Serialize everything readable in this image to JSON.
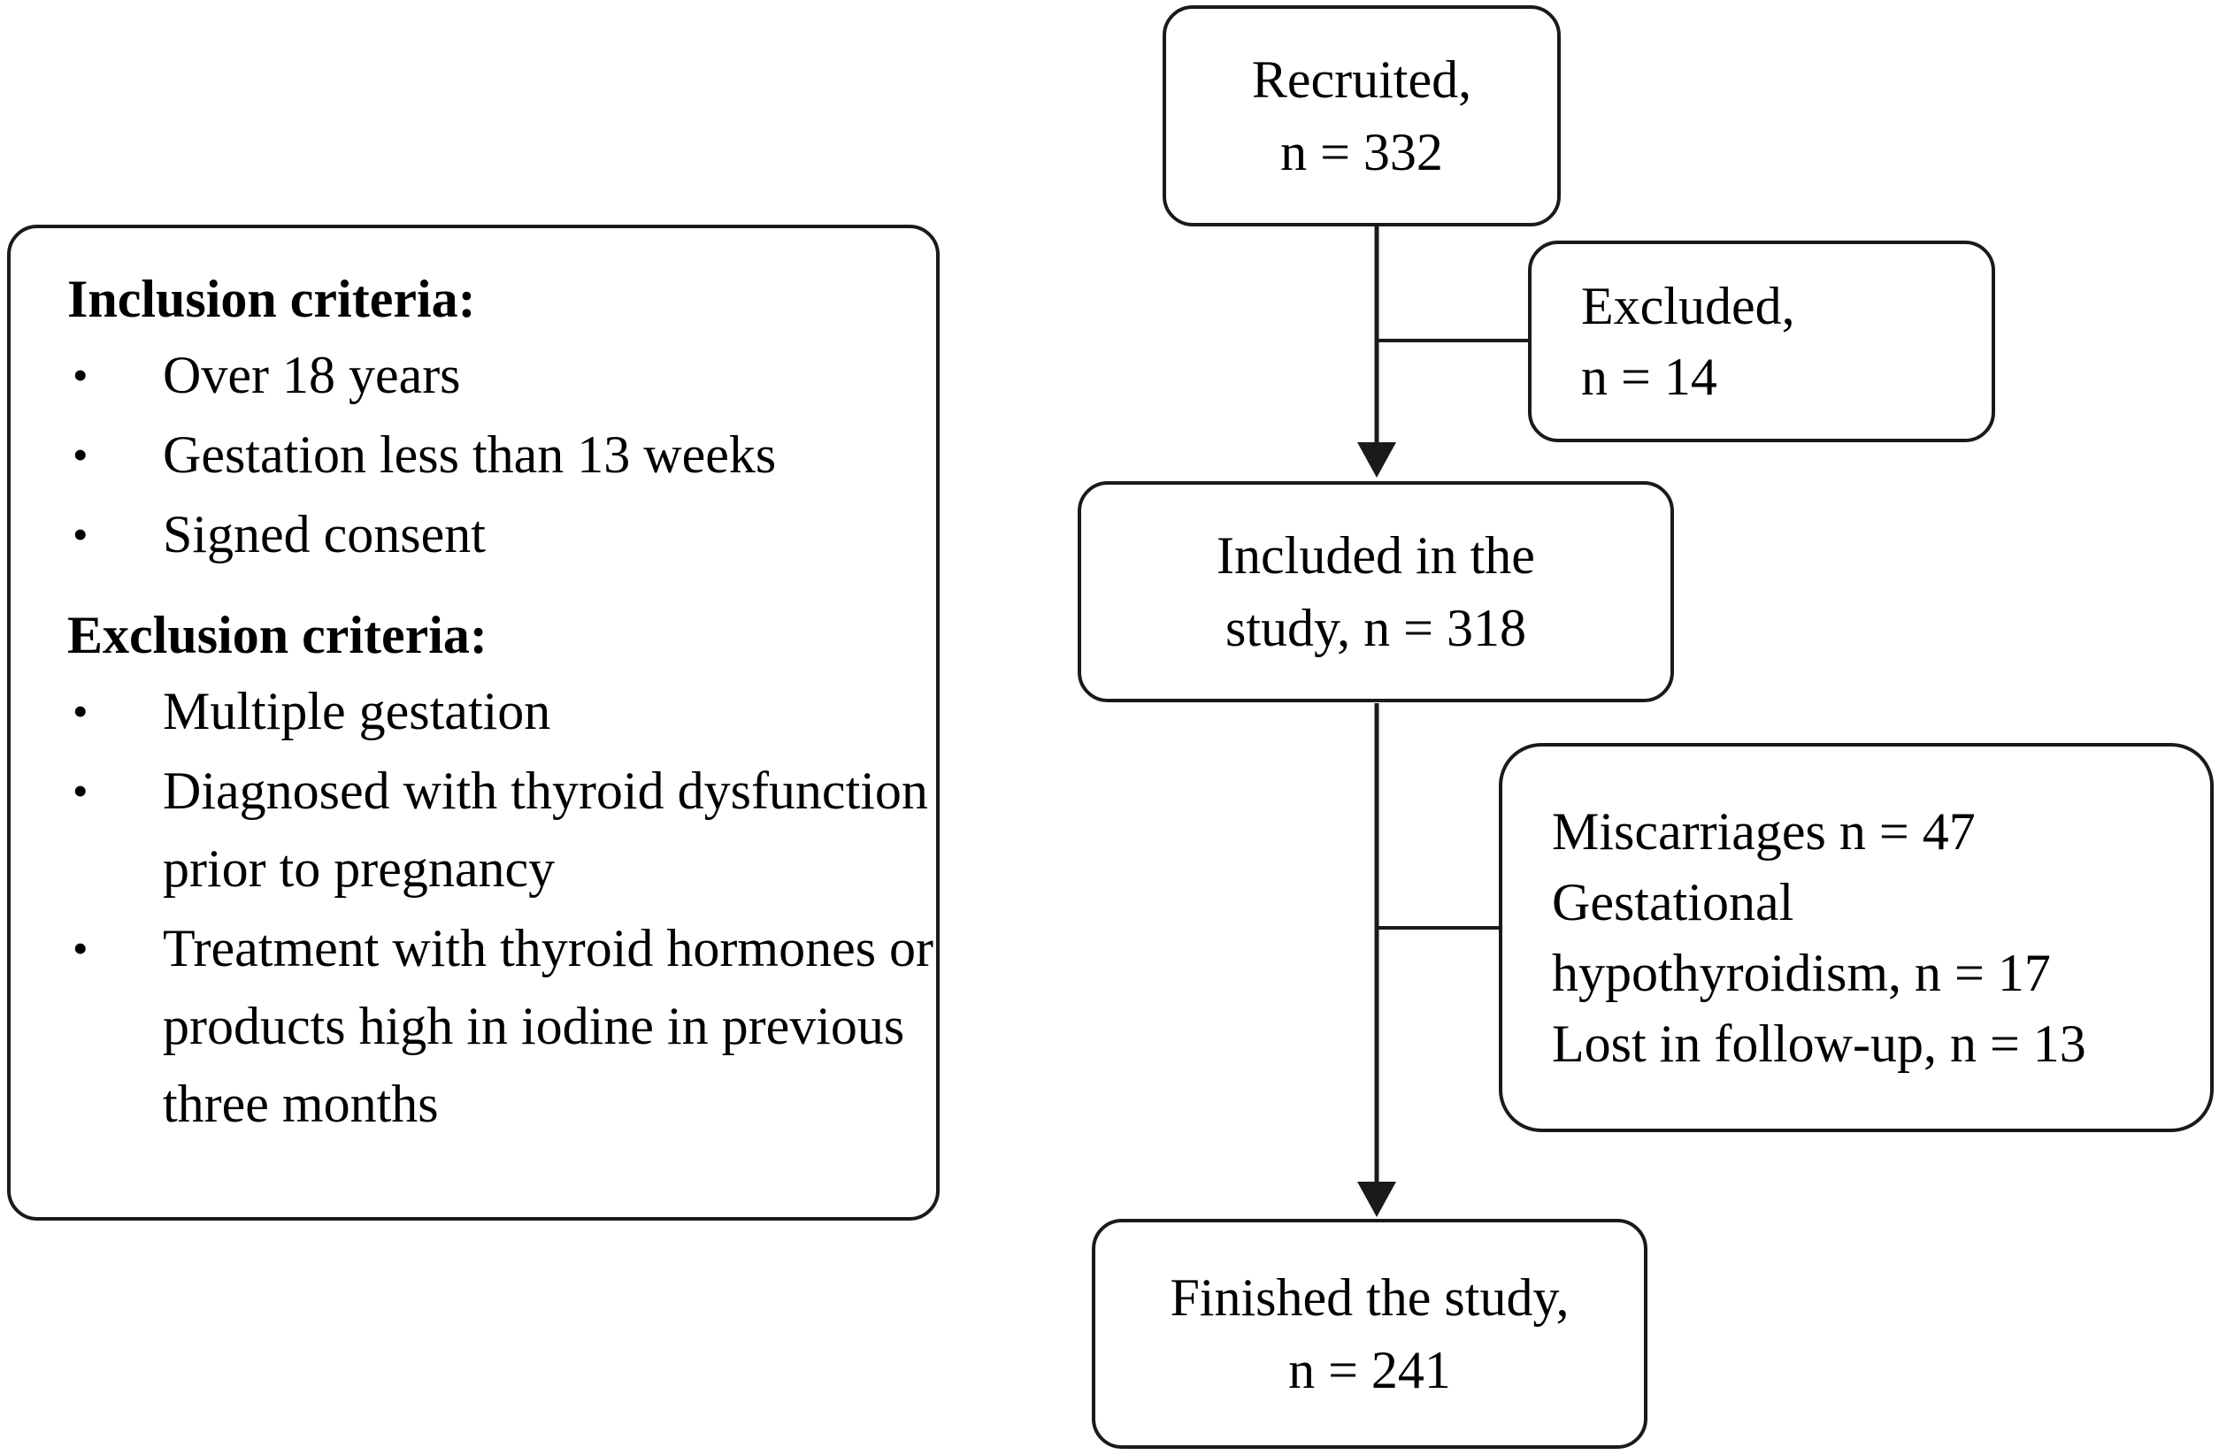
{
  "criteria": {
    "inclusion_heading": "Inclusion criteria:",
    "inclusion_items": [
      "Over 18 years",
      "Gestation less than 13 weeks",
      "Signed consent"
    ],
    "exclusion_heading": "Exclusion criteria:",
    "exclusion_items": [
      "Multiple gestation",
      "Diagnosed with thyroid dysfunction prior to pregnancy",
      "Treatment with thyroid hormones or products high in iodine in previous three months"
    ],
    "bullet": "•"
  },
  "flow": {
    "recruited": {
      "line1": "Recruited,",
      "line2": "n = 332"
    },
    "excluded": {
      "line1": "Excluded,",
      "line2": "n = 14"
    },
    "included": {
      "line1": "Included in the",
      "line2": "study, n = 318"
    },
    "dropouts": {
      "line1": "Miscarriages n = 47",
      "line2": "Gestational",
      "line3": "hypothyroidism, n = 17",
      "line4": "Lost in follow-up, n = 13"
    },
    "finished": {
      "line1": "Finished the study,",
      "line2": "n = 241"
    }
  },
  "colors": {
    "stroke": "#1a1a1a",
    "background": "#ffffff"
  }
}
